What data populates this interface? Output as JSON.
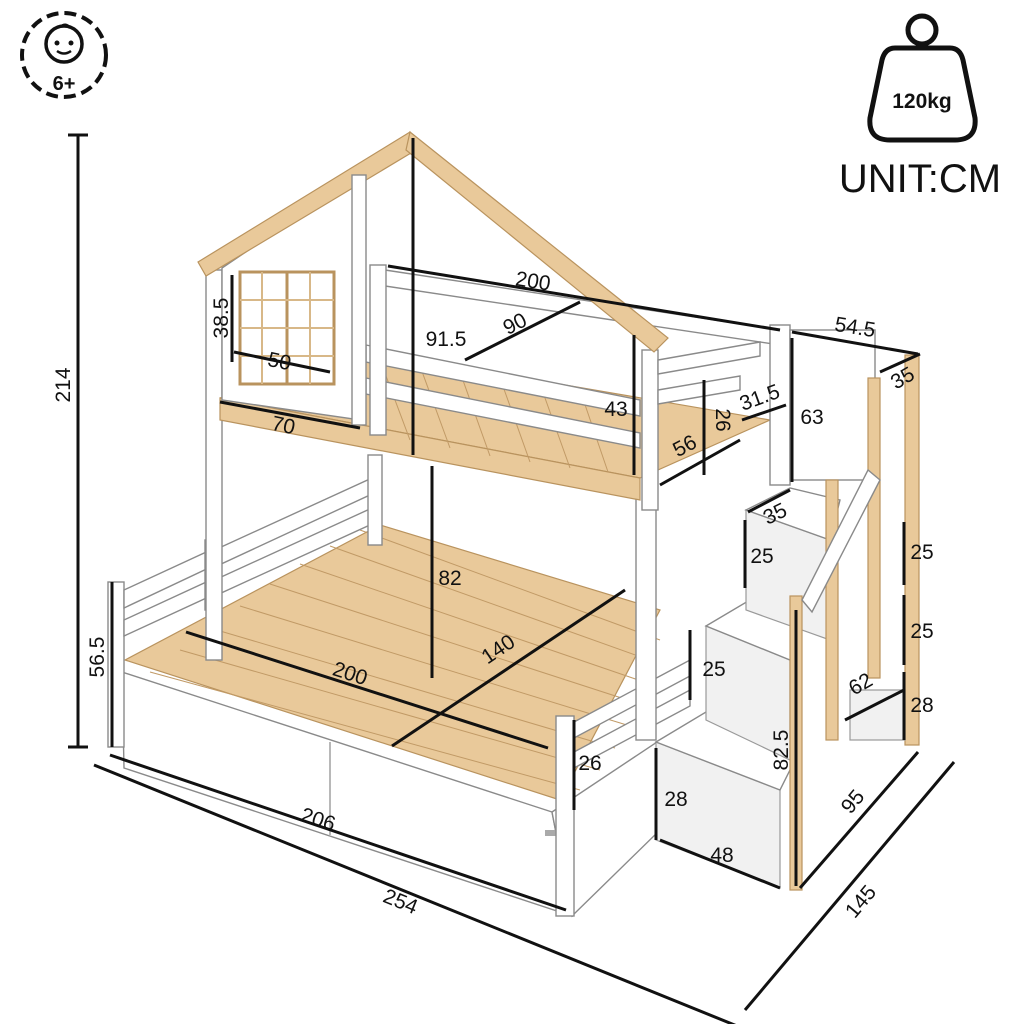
{
  "badges": {
    "age_label": "6+",
    "max_load": "120kg",
    "unit": "UNIT:CM"
  },
  "dimensions": {
    "total_height": "214",
    "window_height": "38.5",
    "window_width": "50",
    "roof_ledge_width": "70",
    "top_bed_length": "200",
    "top_bed_width": "90",
    "roof_height": "91.5",
    "top_guard_height": "43",
    "top_rail_width": "56",
    "top_rail_height": "26",
    "top_gap": "31.5",
    "stair_platform_width": "54.5",
    "stair_platform_depth": "35",
    "stair_rail_height": "63",
    "step_depth": "35",
    "step_height_1": "25",
    "step_height_2": "25",
    "step_height_3": "25",
    "step_height_4": "25",
    "step_width": "62",
    "bottom_step_height": "28",
    "bottom_step_height_2": "28",
    "bottom_step_width": "48",
    "stair_height": "82.5",
    "stair_depth": "95",
    "total_depth": "145",
    "lower_clearance": "82",
    "bottom_bed_width": "140",
    "bottom_bed_length": "200",
    "bottom_guard_height": "25",
    "bottom_side_height": "26",
    "bottom_bed_height": "56.5",
    "bottom_bed_total_length": "206",
    "total_length": "254"
  }
}
